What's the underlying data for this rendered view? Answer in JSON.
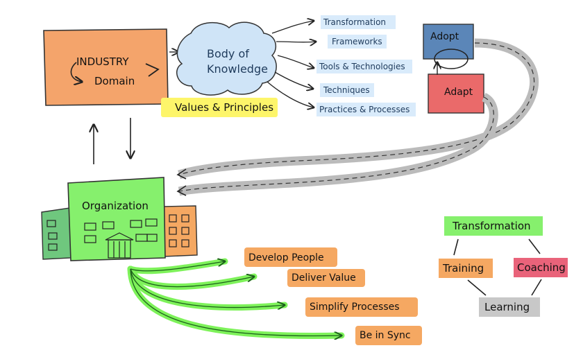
{
  "industry": {
    "title": "INDUSTRY",
    "domain": "Domain"
  },
  "body_of_knowledge": {
    "line1": "Body of",
    "line2": "Knowledge"
  },
  "values_principles": "Values & Principles",
  "bok_items": [
    "Transformation",
    "Frameworks",
    "Tools & Technologies",
    "Techniques",
    "Practices & Processes"
  ],
  "cycle": {
    "adopt": "Adopt",
    "adapt": "Adapt"
  },
  "organization": "Organization",
  "outcomes": [
    "Develop People",
    "Deliver Value",
    "Simplify Processes",
    "Be in Sync"
  ],
  "loop": {
    "top": "Transformation",
    "left": "Training",
    "right": "Coaching",
    "bottom": "Learning"
  },
  "colors": {
    "industry": "#f4a46b",
    "cloud": "#cfe4f7",
    "yellow_highlight": "#fdf56a",
    "blue_highlight": "#d9ebfb",
    "adopt": "#5b86b8",
    "adapt": "#ea6a6a",
    "org_green": "#86f06d",
    "org_dark_green": "#6fc77e",
    "orange_tag": "#f5a862",
    "pink_tag": "#e9637a",
    "grey_tag": "#c8c8c8"
  }
}
